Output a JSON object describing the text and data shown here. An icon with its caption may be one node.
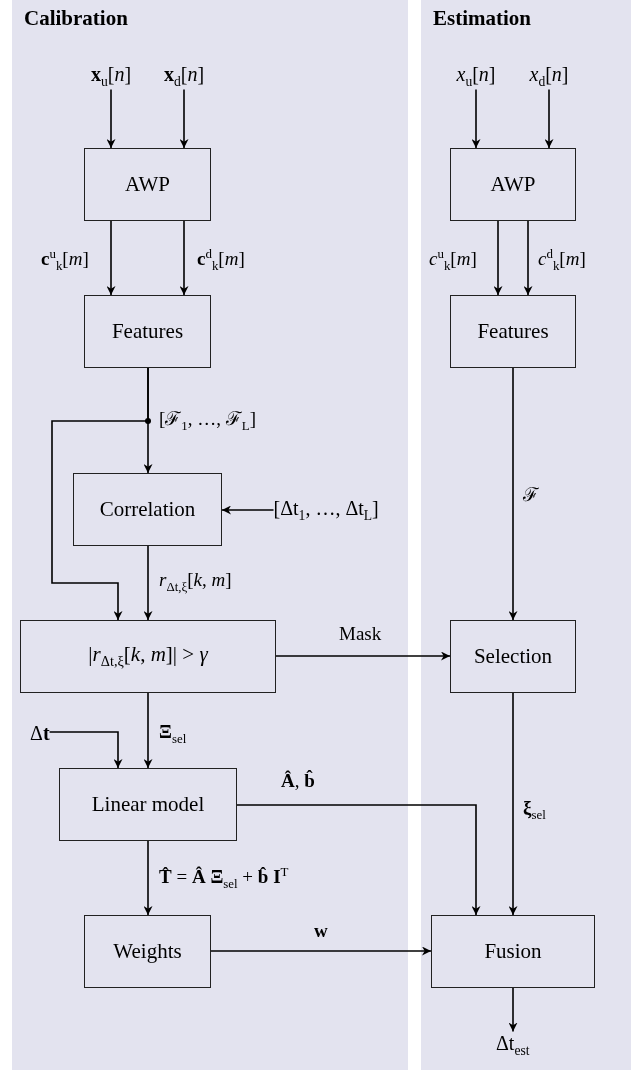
{
  "diagram": {
    "nodes": [
      {
        "text": [
          "Calibration"
        ]
      },
      {
        "text": [
          "Estimation"
        ]
      },
      {
        "text": [
          "**x**$_{u}$[*n*]"
        ],
        "in": 0
      },
      {
        "text": [
          "**x**$_{d}$[*n*]"
        ],
        "in": 0
      },
      {
        "text": [
          "AWP"
        ],
        "in": 0
      },
      {
        "text": [
          "Features"
        ],
        "in": 0
      },
      {
        "text": [
          "Correlation"
        ],
        "in": 0
      },
      {
        "text": [
          "[Δt$_{1}$, …, Δt$_{L}$]"
        ],
        "in": 0
      },
      {
        "text": [
          "|*r*$_{Δt,ξ}$[*k*, *m*]| > *γ*"
        ],
        "in": 0
      },
      {
        "text": [
          "Δ**t**"
        ],
        "in": 0
      },
      {
        "text": [
          "Linear model"
        ],
        "in": 0
      },
      {
        "text": [
          "Weights"
        ],
        "in": 0
      },
      {
        "text": [
          "*x*$_{u}$[*n*]"
        ],
        "in": 1
      },
      {
        "text": [
          "*x*$_{d}$[*n*]"
        ],
        "in": 1
      },
      {
        "text": [
          "AWP"
        ],
        "in": 1
      },
      {
        "text": [
          "Features"
        ],
        "in": 1
      },
      {
        "text": [
          "Selection"
        ],
        "in": 1
      },
      {
        "text": [
          "Fusion"
        ],
        "in": 1
      },
      {
        "text": [
          "Δt$_{est}$"
        ],
        "in": 1
      }
    ],
    "edges": [
      {
        "from": 2,
        "to": 4,
        "arrow": "to"
      },
      {
        "from": 3,
        "to": 4,
        "arrow": "to"
      },
      {
        "from": 4,
        "to": 5,
        "arrow": "to",
        "label": "**c**$^{u}$$_{k}$[*m*]"
      },
      {
        "from": 4,
        "to": 5,
        "arrow": "to",
        "label": "**c**$^{d}$$_{k}$[*m*]"
      },
      {
        "from": 5,
        "to": 6,
        "arrow": "to",
        "label": "[ℱ$_{1}$, …, ℱ$_{L}$]"
      },
      {
        "from": 5,
        "to": 8,
        "arrow": "to"
      },
      {
        "from": 7,
        "to": 6,
        "arrow": "to"
      },
      {
        "from": 6,
        "to": 8,
        "arrow": "to",
        "label": "*r*$_{Δt,ξ}$[*k*, *m*]"
      },
      {
        "from": 8,
        "to": 16,
        "arrow": "to",
        "label": "Mask"
      },
      {
        "from": 8,
        "to": 10,
        "arrow": "to",
        "label": "**Ξ**$_{sel}$"
      },
      {
        "from": 9,
        "to": 10,
        "arrow": "to"
      },
      {
        "from": 10,
        "to": 11,
        "arrow": "to",
        "label": "**T̂** = **Â** **Ξ**$_{sel}$ + **b̂** **I**$^{T}$"
      },
      {
        "from": 10,
        "to": 17,
        "arrow": "to",
        "label": "**Â**, **b̂**"
      },
      {
        "from": 11,
        "to": 17,
        "arrow": "to",
        "label": "**w**"
      },
      {
        "from": 12,
        "to": 14,
        "arrow": "to"
      },
      {
        "from": 13,
        "to": 14,
        "arrow": "to"
      },
      {
        "from": 14,
        "to": 15,
        "arrow": "to",
        "label": "*c*$^{u}$$_{k}$[*m*]"
      },
      {
        "from": 14,
        "to": 15,
        "arrow": "to",
        "label": "*c*$^{d}$$_{k}$[*m*]"
      },
      {
        "from": 15,
        "to": 16,
        "arrow": "to",
        "label": "ℱ"
      },
      {
        "from": 16,
        "to": 17,
        "arrow": "to",
        "label": "**ξ**$_{sel}$"
      },
      {
        "from": 17,
        "to": 18,
        "arrow": "to"
      }
    ]
  }
}
